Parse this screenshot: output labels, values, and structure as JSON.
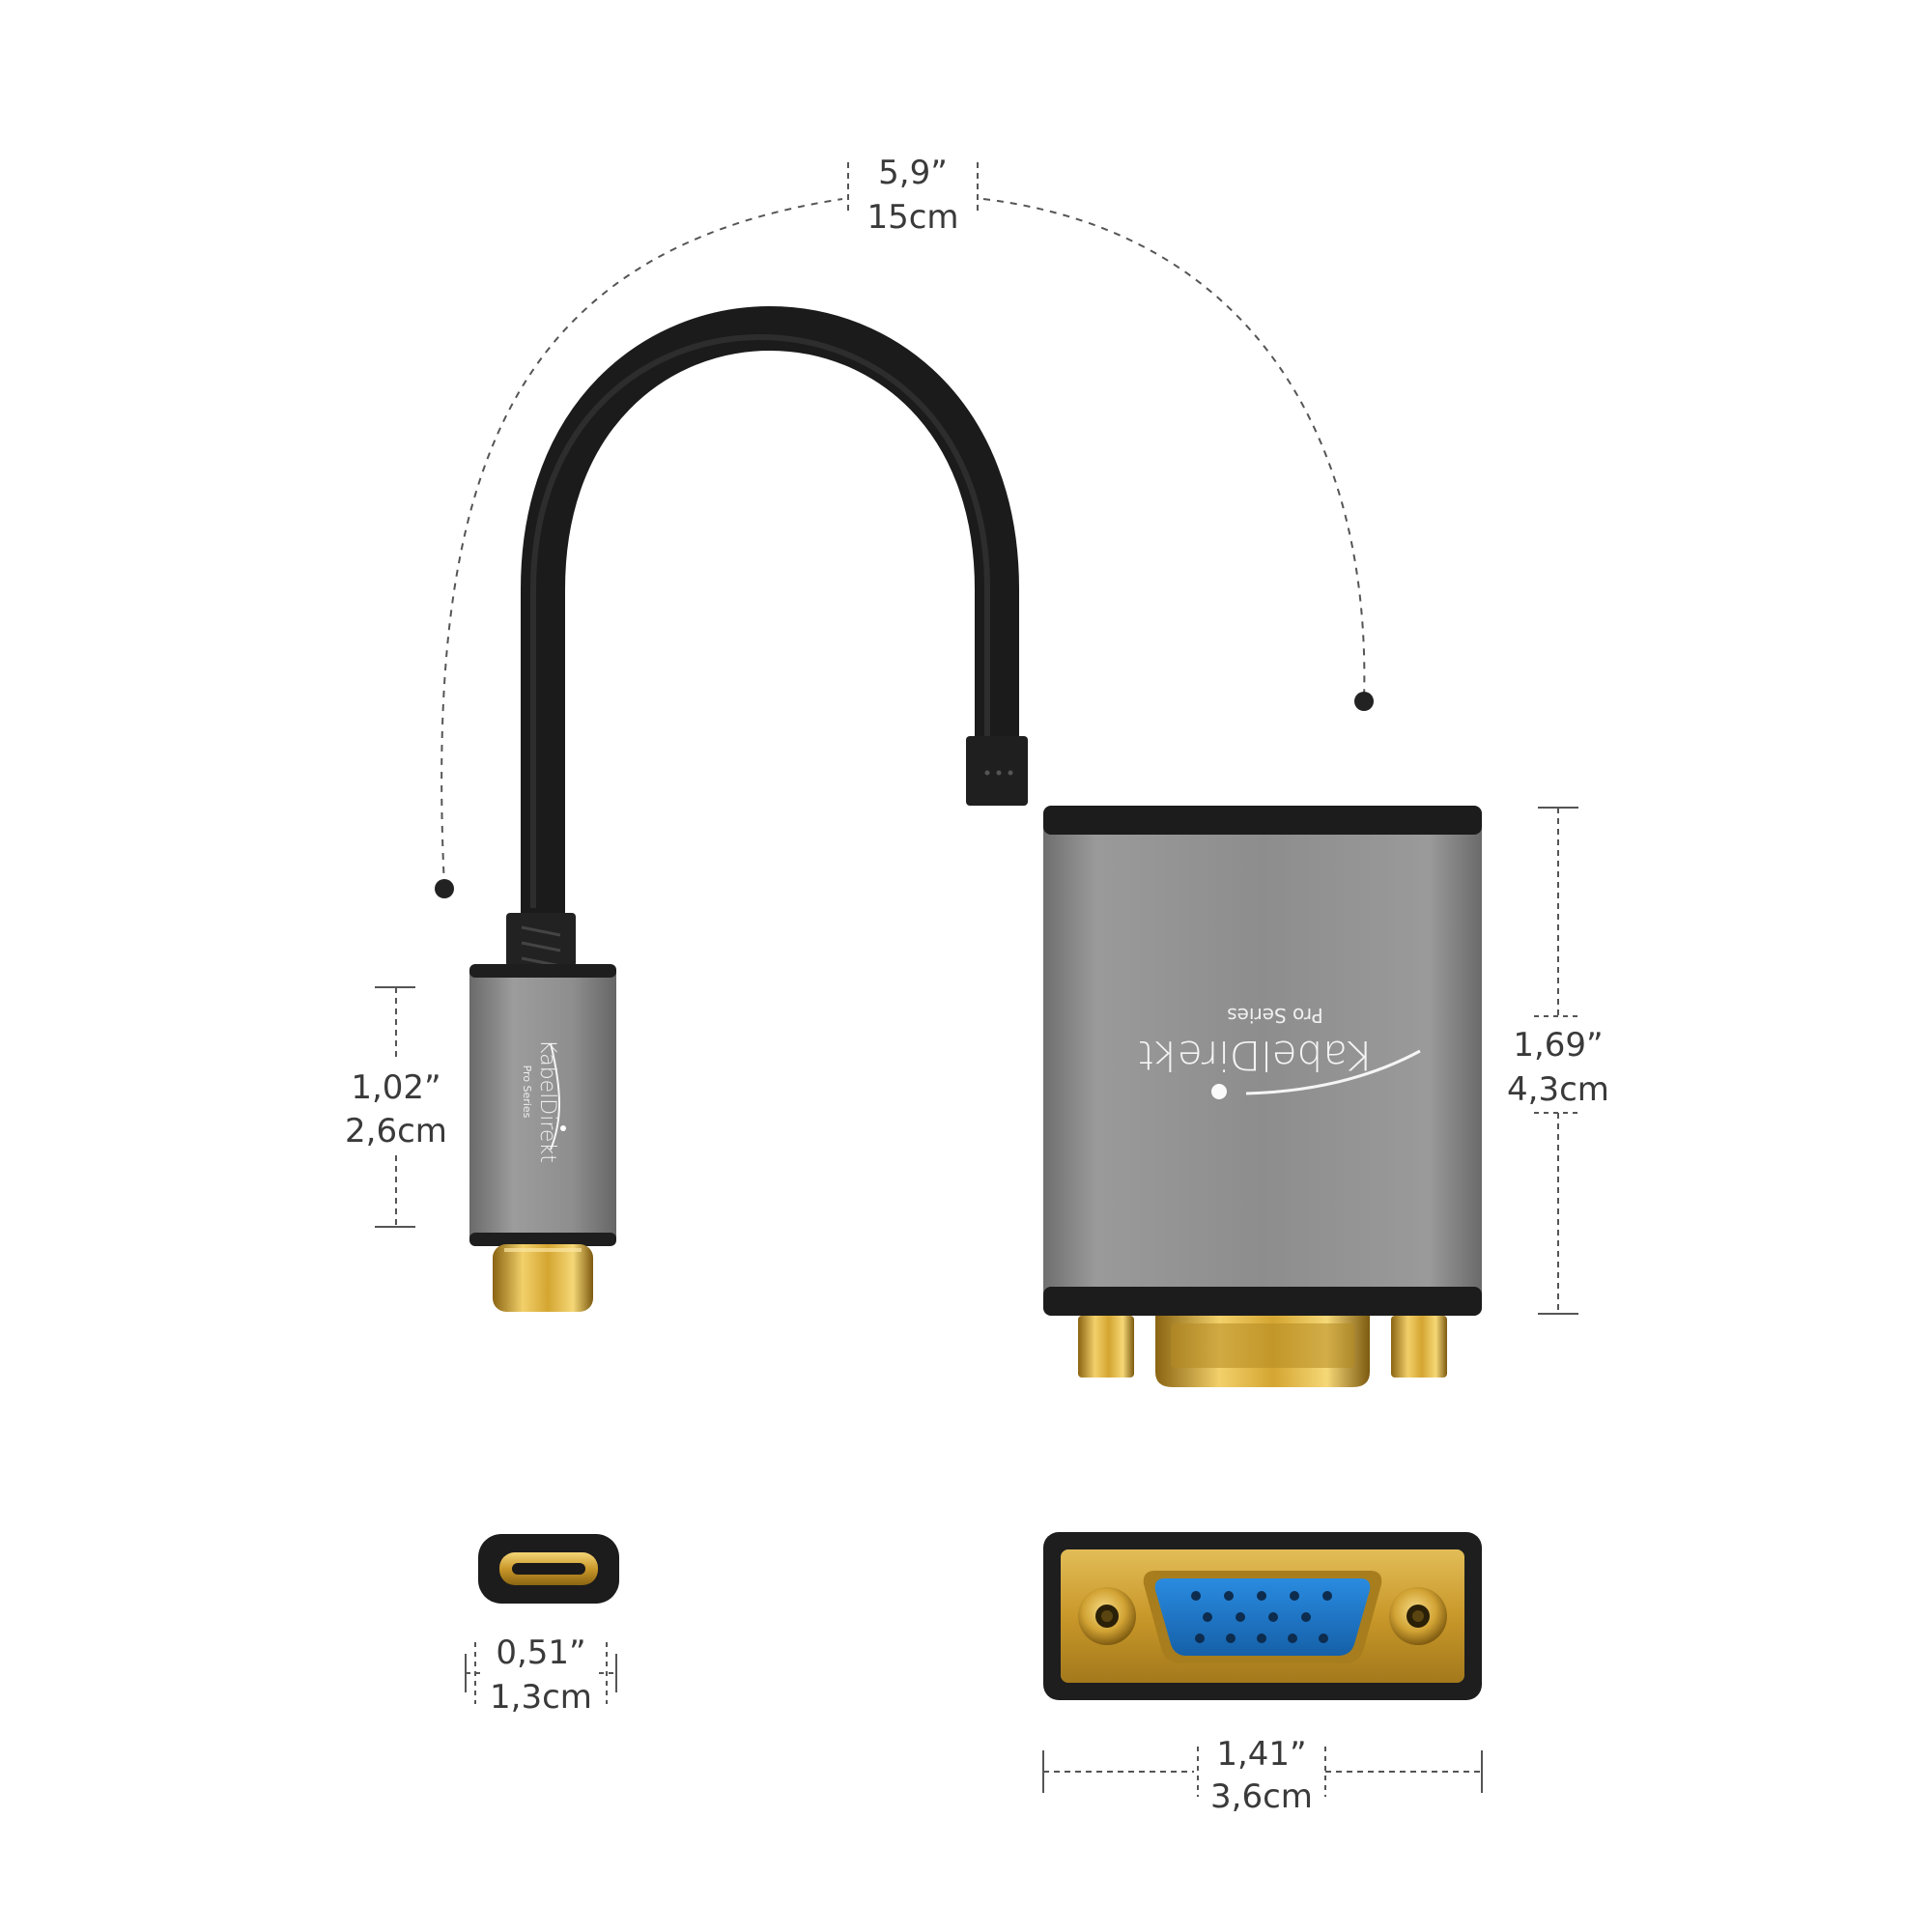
{
  "colors": {
    "background": "#ffffff",
    "cable": "#1b1b1b",
    "housing": "#8c8c8c",
    "gold": "#d4a531",
    "vga_blue": "#1e78c8",
    "dimension_line": "#555555"
  },
  "dimensions": {
    "cable_length": {
      "inch": "5,9”",
      "cm": "15cm"
    },
    "usbc_housing_length": {
      "inch": "1,02”",
      "cm": "2,6cm"
    },
    "usbc_plug_width": {
      "inch": "0,51”",
      "cm": "1,3cm"
    },
    "vga_housing_height": {
      "inch": "1,69”",
      "cm": "4,3cm"
    },
    "vga_housing_width": {
      "inch": "1,41”",
      "cm": "3,6cm"
    }
  },
  "branding": {
    "usbc_logo": "KabelDirekt",
    "usbc_series": "Pro Series",
    "vga_logo": "KabelDirekt",
    "vga_series": "Pro Series"
  }
}
